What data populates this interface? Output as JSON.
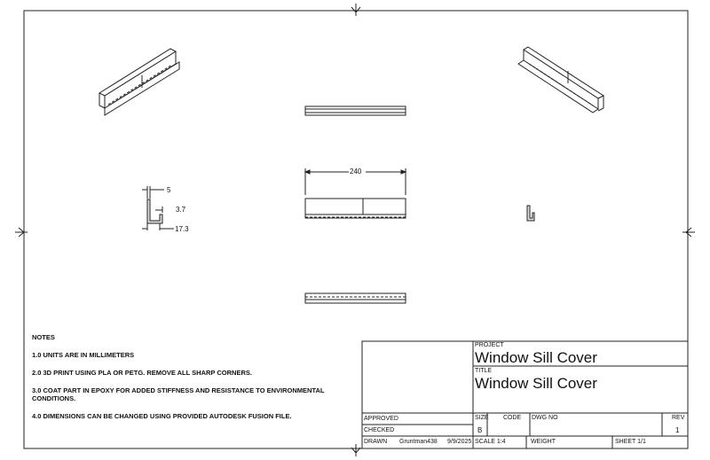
{
  "notes": {
    "heading": "NOTES",
    "items": [
      "1.0 UNITS ARE IN MILLIMETERS",
      "2.0 3D PRINT USING PLA OR PETG. REMOVE ALL SHARP CORNERS.",
      "3.0 COAT PART IN EPOXY FOR ADDED STIFFNESS AND RESISTANCE TO ENVIRONMENTAL CONDITIONS.",
      "4.0 DIMENSIONS CAN BE CHANGED USING PROVIDED AUTODESK FUSION FILE."
    ]
  },
  "dimensions": {
    "length": "240",
    "thickness": "5",
    "lip": "3.7",
    "depth": "17.3"
  },
  "title_block": {
    "project_label": "PROJECT",
    "project": "Window Sill Cover",
    "title_label": "TITLE",
    "title": "Window Sill Cover",
    "approved_label": "APPROVED",
    "checked_label": "CHECKED",
    "drawn_label": "DRAWN",
    "drawn_by": "Gruntman438",
    "date": "9/9/2025",
    "size_label": "SIZE",
    "size": "B",
    "code_label": "CODE",
    "dwg_no_label": "DWG NO",
    "rev_label": "REV",
    "rev": "1",
    "scale": "SCALE  1:4",
    "weight_label": "WEIGHT",
    "sheet": "SHEET  1/1"
  }
}
